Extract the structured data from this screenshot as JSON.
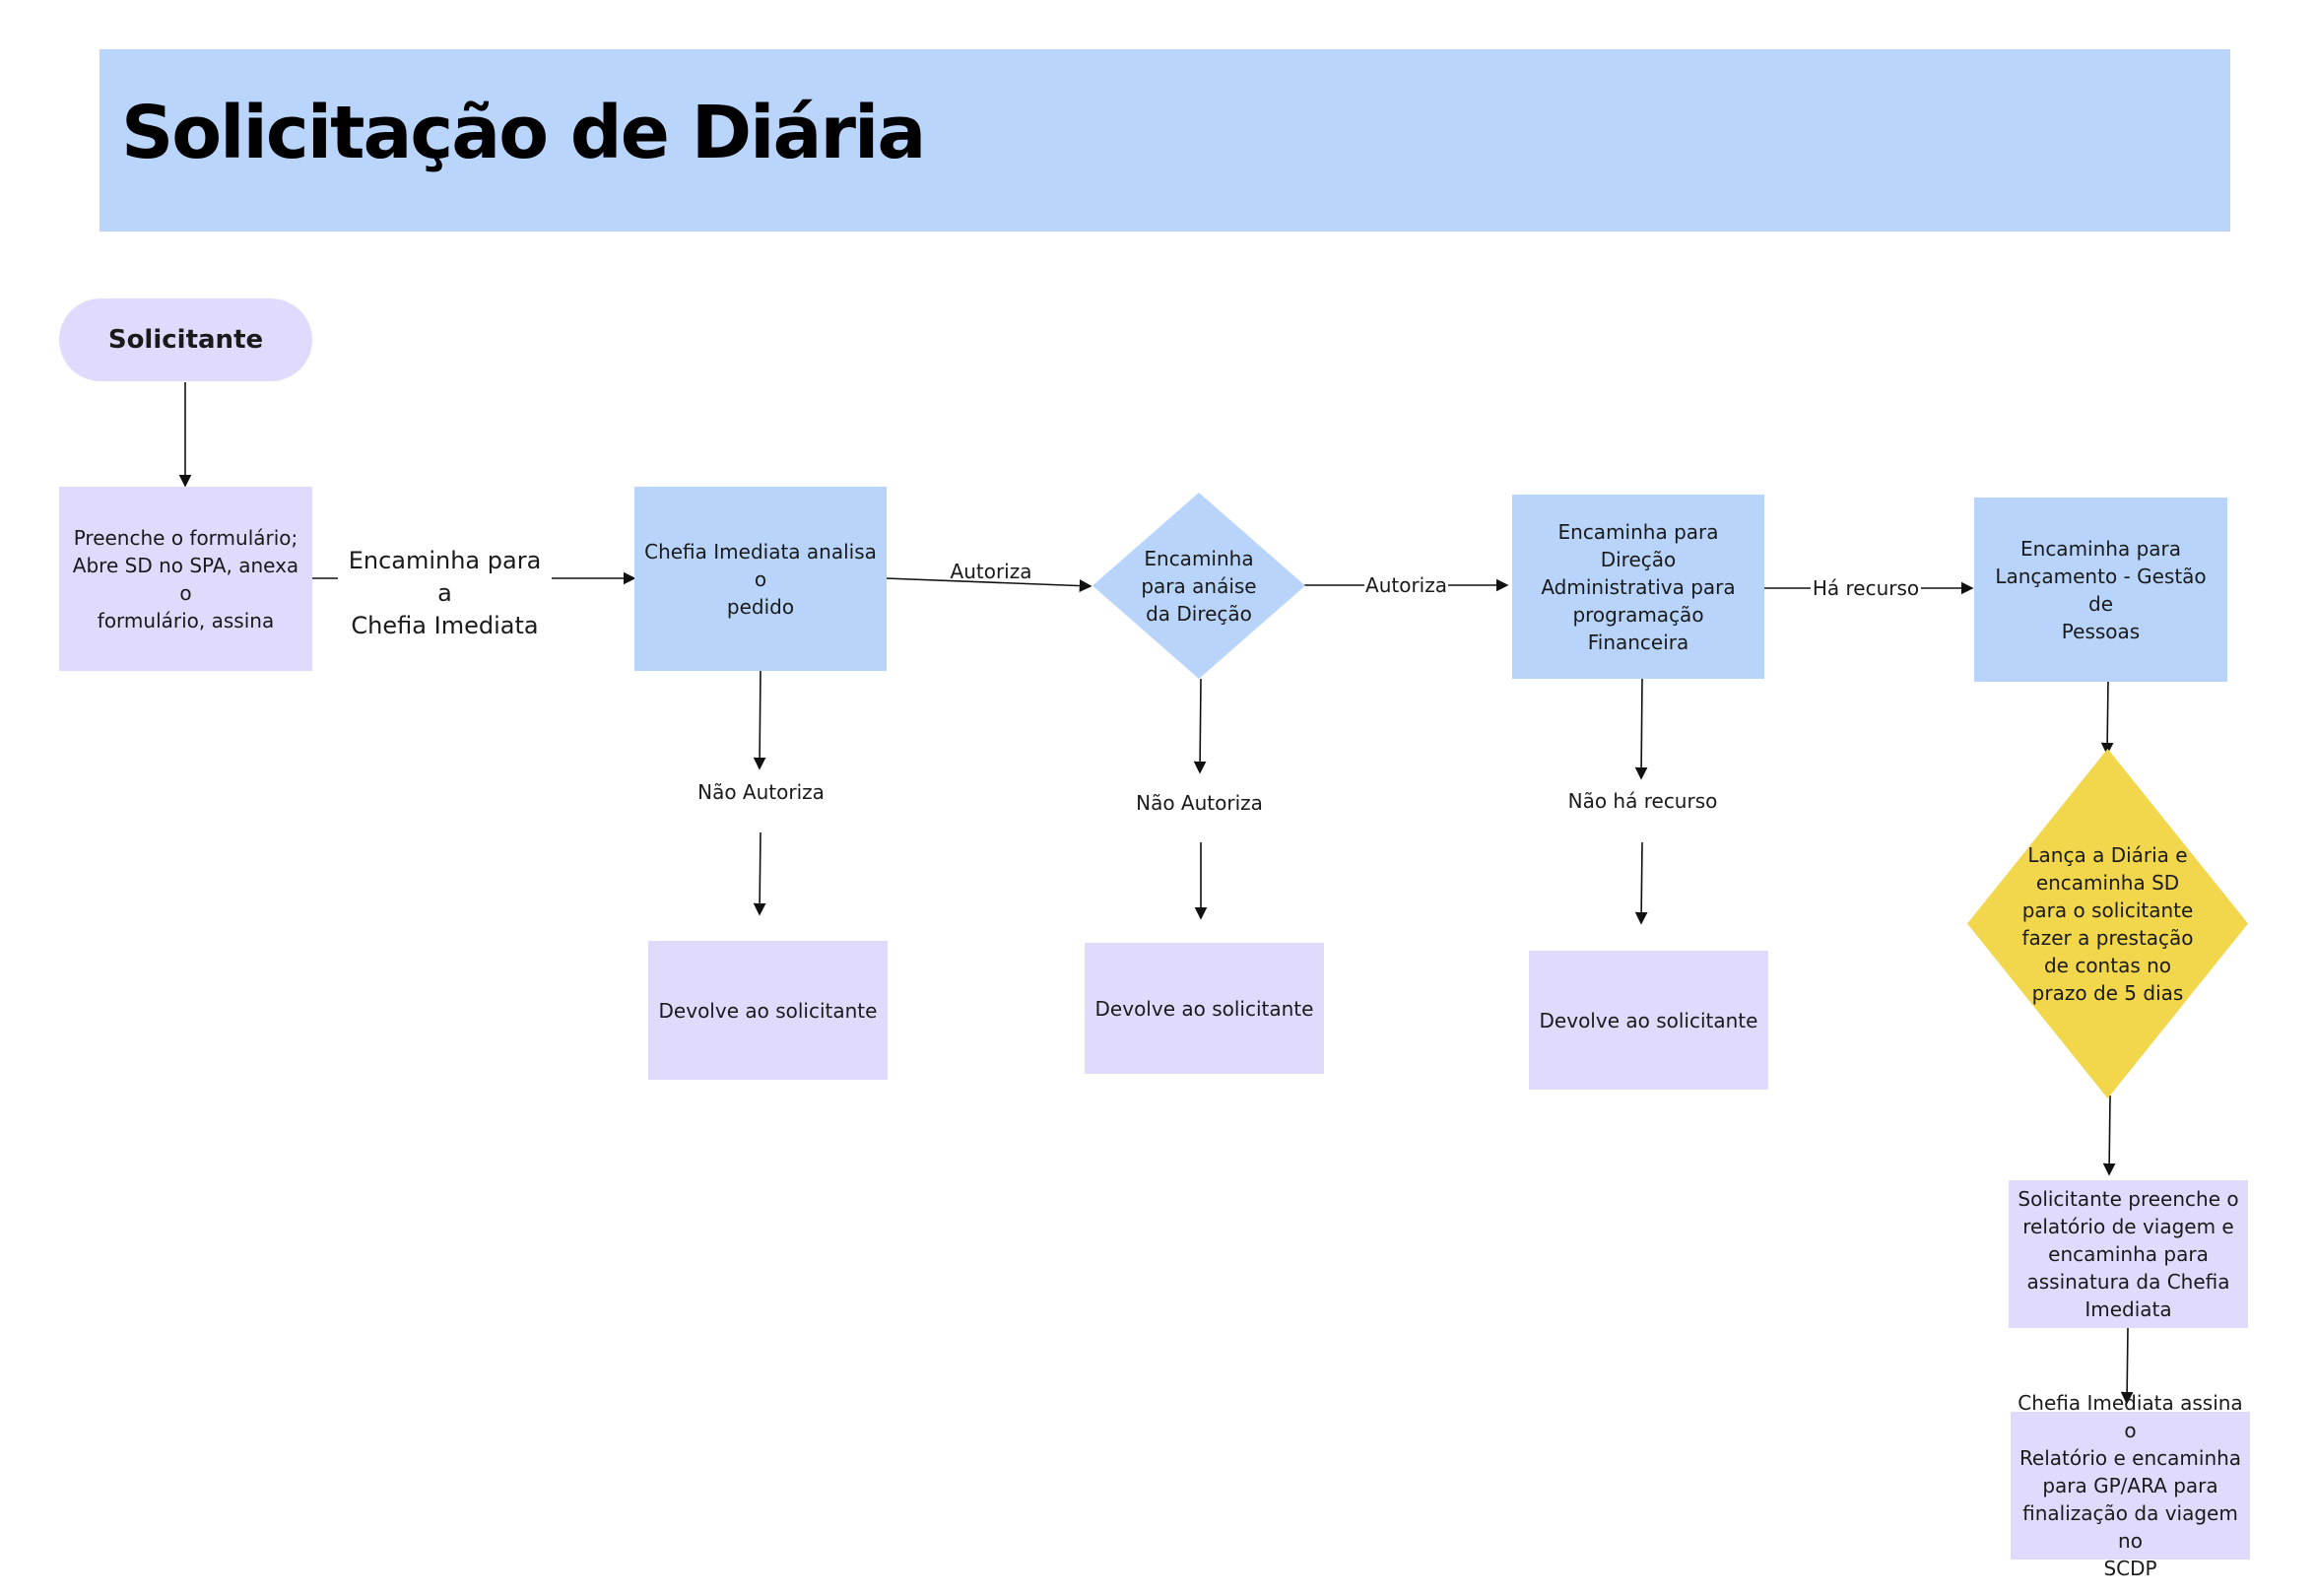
{
  "title": "Solicitação de Diária",
  "nodes": {
    "start": "Solicitante",
    "fill_form": "Preenche o formulário;\nAbre SD no SPA, anexa o\nformulário, assina",
    "chief_analysis": "Chefia Imediata analisa o\npedido",
    "direction_review": "Encaminha\npara anáise\nda Direção",
    "admin_direction": "Encaminha para Direção\nAdministrativa para\nprogramação Financeira",
    "hr_launch": "Encaminha para\nLançamento  - Gestão de\nPessoas",
    "return_1": "Devolve ao solicitante",
    "return_2": "Devolve ao solicitante",
    "return_3": "Devolve ao solicitante",
    "launch_diaria": "Lança a Diária e\nencaminha SD\npara o solicitante\nfazer a prestação\nde contas no\nprazo de 5 dias",
    "trip_report": "Solicitante preenche o\nrelatório de viagem e\nencaminha para\nassinatura da Chefia\nImediata",
    "finalize": "Chefia Imediata assina o\nRelatório e encaminha\npara GP/ARA para\nfinalização da viagem no\nSCDP"
  },
  "edge_labels": {
    "to_chief": "Encaminha para a\nChefia Imediata",
    "authorize_1": "Autoriza",
    "authorize_2": "Autoriza",
    "has_resource": "Há recurso",
    "not_authorize_1": "Não Autoriza",
    "not_authorize_2": "Não Autoriza",
    "no_resource": "Não há recurso"
  },
  "colors": {
    "banner": "#bad5fc",
    "lavender": "#e0dbfd",
    "blue": "#b9d4fb",
    "yellow": "#f2d64b"
  }
}
